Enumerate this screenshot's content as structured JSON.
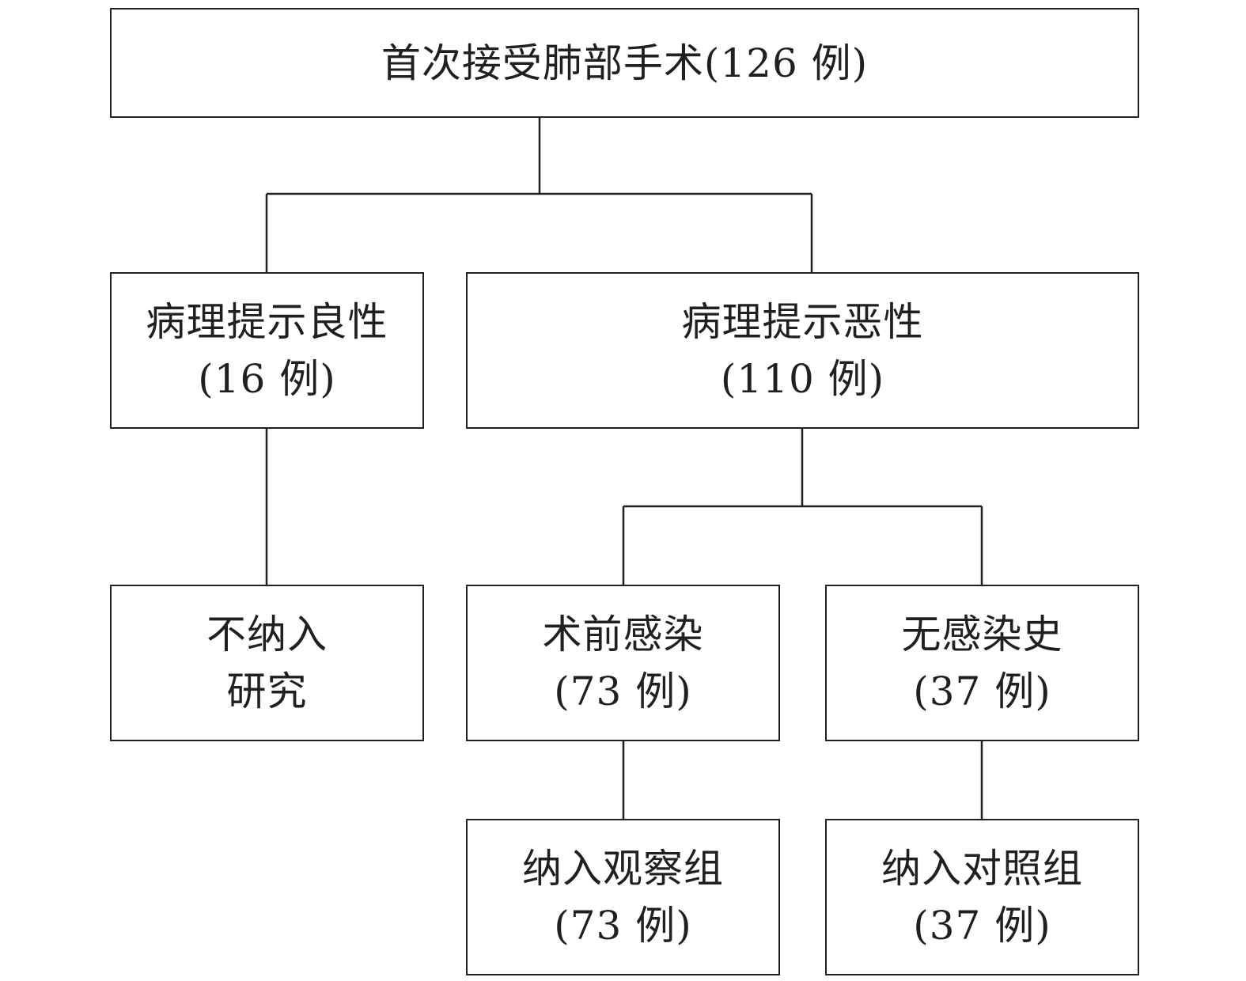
{
  "nodes": {
    "root": {
      "line1": "首次接受肺部手术(126 例)"
    },
    "benign": {
      "line1": "病理提示良性",
      "line2": "(16 例)"
    },
    "malignant": {
      "line1": "病理提示恶性",
      "line2": "(110 例)"
    },
    "excluded": {
      "line1": "不纳入",
      "line2": "研究"
    },
    "preop_infection": {
      "line1": "术前感染",
      "line2": "(73 例)"
    },
    "no_infection": {
      "line1": "无感染史",
      "line2": "(37 例)"
    },
    "observation_group": {
      "line1": "纳入观察组",
      "line2": "(73 例)"
    },
    "control_group": {
      "line1": "纳入对照组",
      "line2": "(37 例)"
    }
  }
}
